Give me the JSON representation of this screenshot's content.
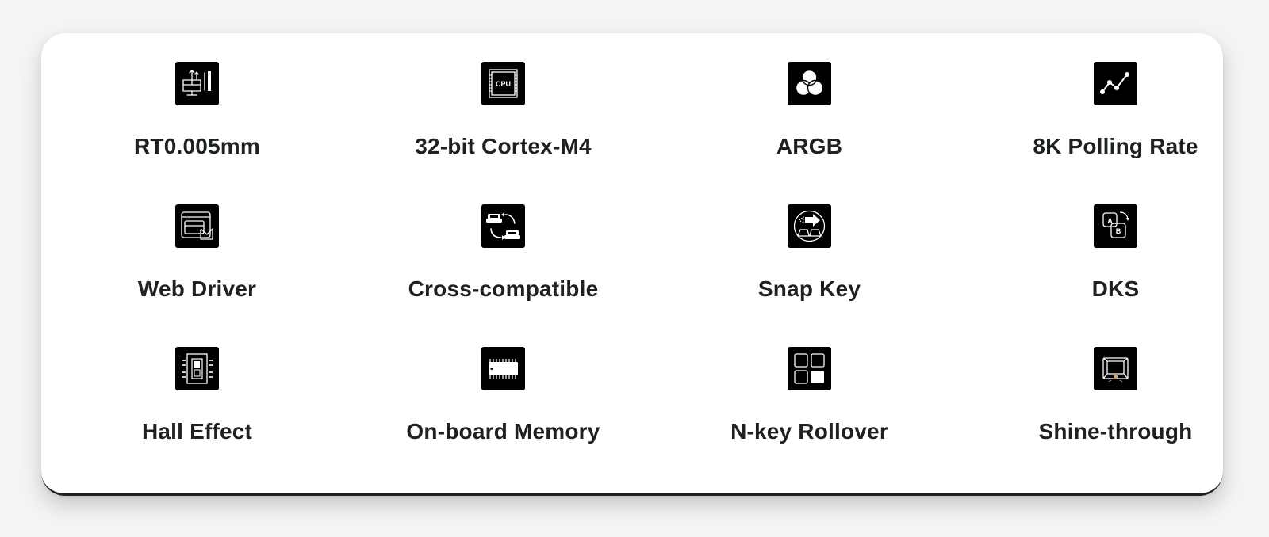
{
  "features": [
    {
      "label": "RT0.005mm",
      "icon": "rapid-trigger-icon"
    },
    {
      "label": "32-bit Cortex-M4",
      "icon": "cpu-icon",
      "icon_text": "CPU"
    },
    {
      "label": "ARGB",
      "icon": "rgb-circles-icon"
    },
    {
      "label": "8K Polling Rate",
      "icon": "line-chart-icon"
    },
    {
      "label": "Web Driver",
      "icon": "web-driver-icon"
    },
    {
      "label": "Cross-compatible",
      "icon": "cross-compatible-icon"
    },
    {
      "label": "Snap Key",
      "icon": "snap-key-icon"
    },
    {
      "label": "DKS",
      "icon": "dks-icon",
      "icon_text_a": "A",
      "icon_text_b": "B"
    },
    {
      "label": "Hall Effect",
      "icon": "hall-sensor-icon"
    },
    {
      "label": "On-board Memory",
      "icon": "memory-chip-icon"
    },
    {
      "label": "N-key Rollover",
      "icon": "key-grid-icon"
    },
    {
      "label": "Shine-through",
      "icon": "shine-through-keycap-icon"
    }
  ],
  "colors": {
    "background": "#f4f4f5",
    "card": "#ffffff",
    "icon_tile": "#000000",
    "label_text": "#1d2124"
  }
}
